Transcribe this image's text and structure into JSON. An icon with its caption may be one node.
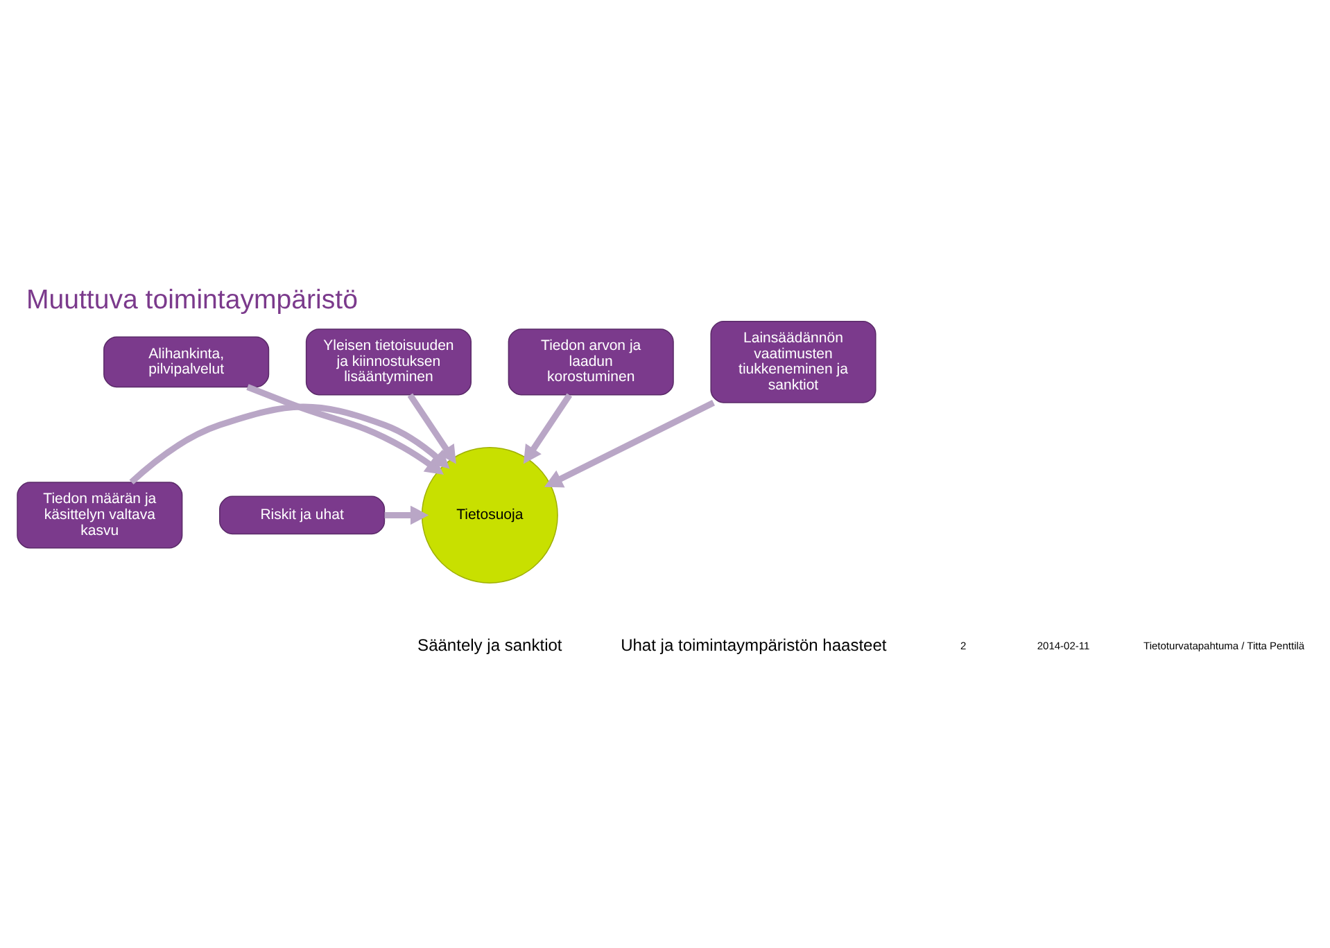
{
  "diagram": {
    "title": "Muuttuva toimintaympäristö",
    "nodes": [
      {
        "text": [
          "Alihankinta, pilvipalvelut"
        ]
      },
      {
        "text": [
          "Yleisen tietoisuuden ja kiinnostuksen lisääntyminen"
        ]
      },
      {
        "text": [
          "Tiedon arvon ja laadun korostuminen"
        ]
      },
      {
        "text": [
          "Lainsäädännön vaatimusten tiukkeneminen ja sanktiot"
        ]
      },
      {
        "text": [
          "Tiedon määrän ja käsittelyn valtava kasvu"
        ]
      },
      {
        "text": [
          "Tietosuoja"
        ]
      },
      {
        "text": [
          "Riskit ja uhat"
        ]
      }
    ],
    "edges": [
      {
        "from": 0,
        "to": 5,
        "arrow": "to"
      },
      {
        "from": 1,
        "to": 5,
        "arrow": "to"
      },
      {
        "from": 2,
        "to": 5,
        "arrow": "to"
      },
      {
        "from": 3,
        "to": 5,
        "arrow": "to"
      },
      {
        "from": 4,
        "to": 5,
        "arrow": "to"
      },
      {
        "from": 6,
        "to": 5,
        "arrow": "to"
      }
    ],
    "labels": [
      "Sääntely ja sanktiot",
      "Uhat ja toimintaympäristön haasteet",
      "2",
      "2014-02-11",
      "Tietoturvatapahtuma / Titta Penttilä"
    ]
  }
}
